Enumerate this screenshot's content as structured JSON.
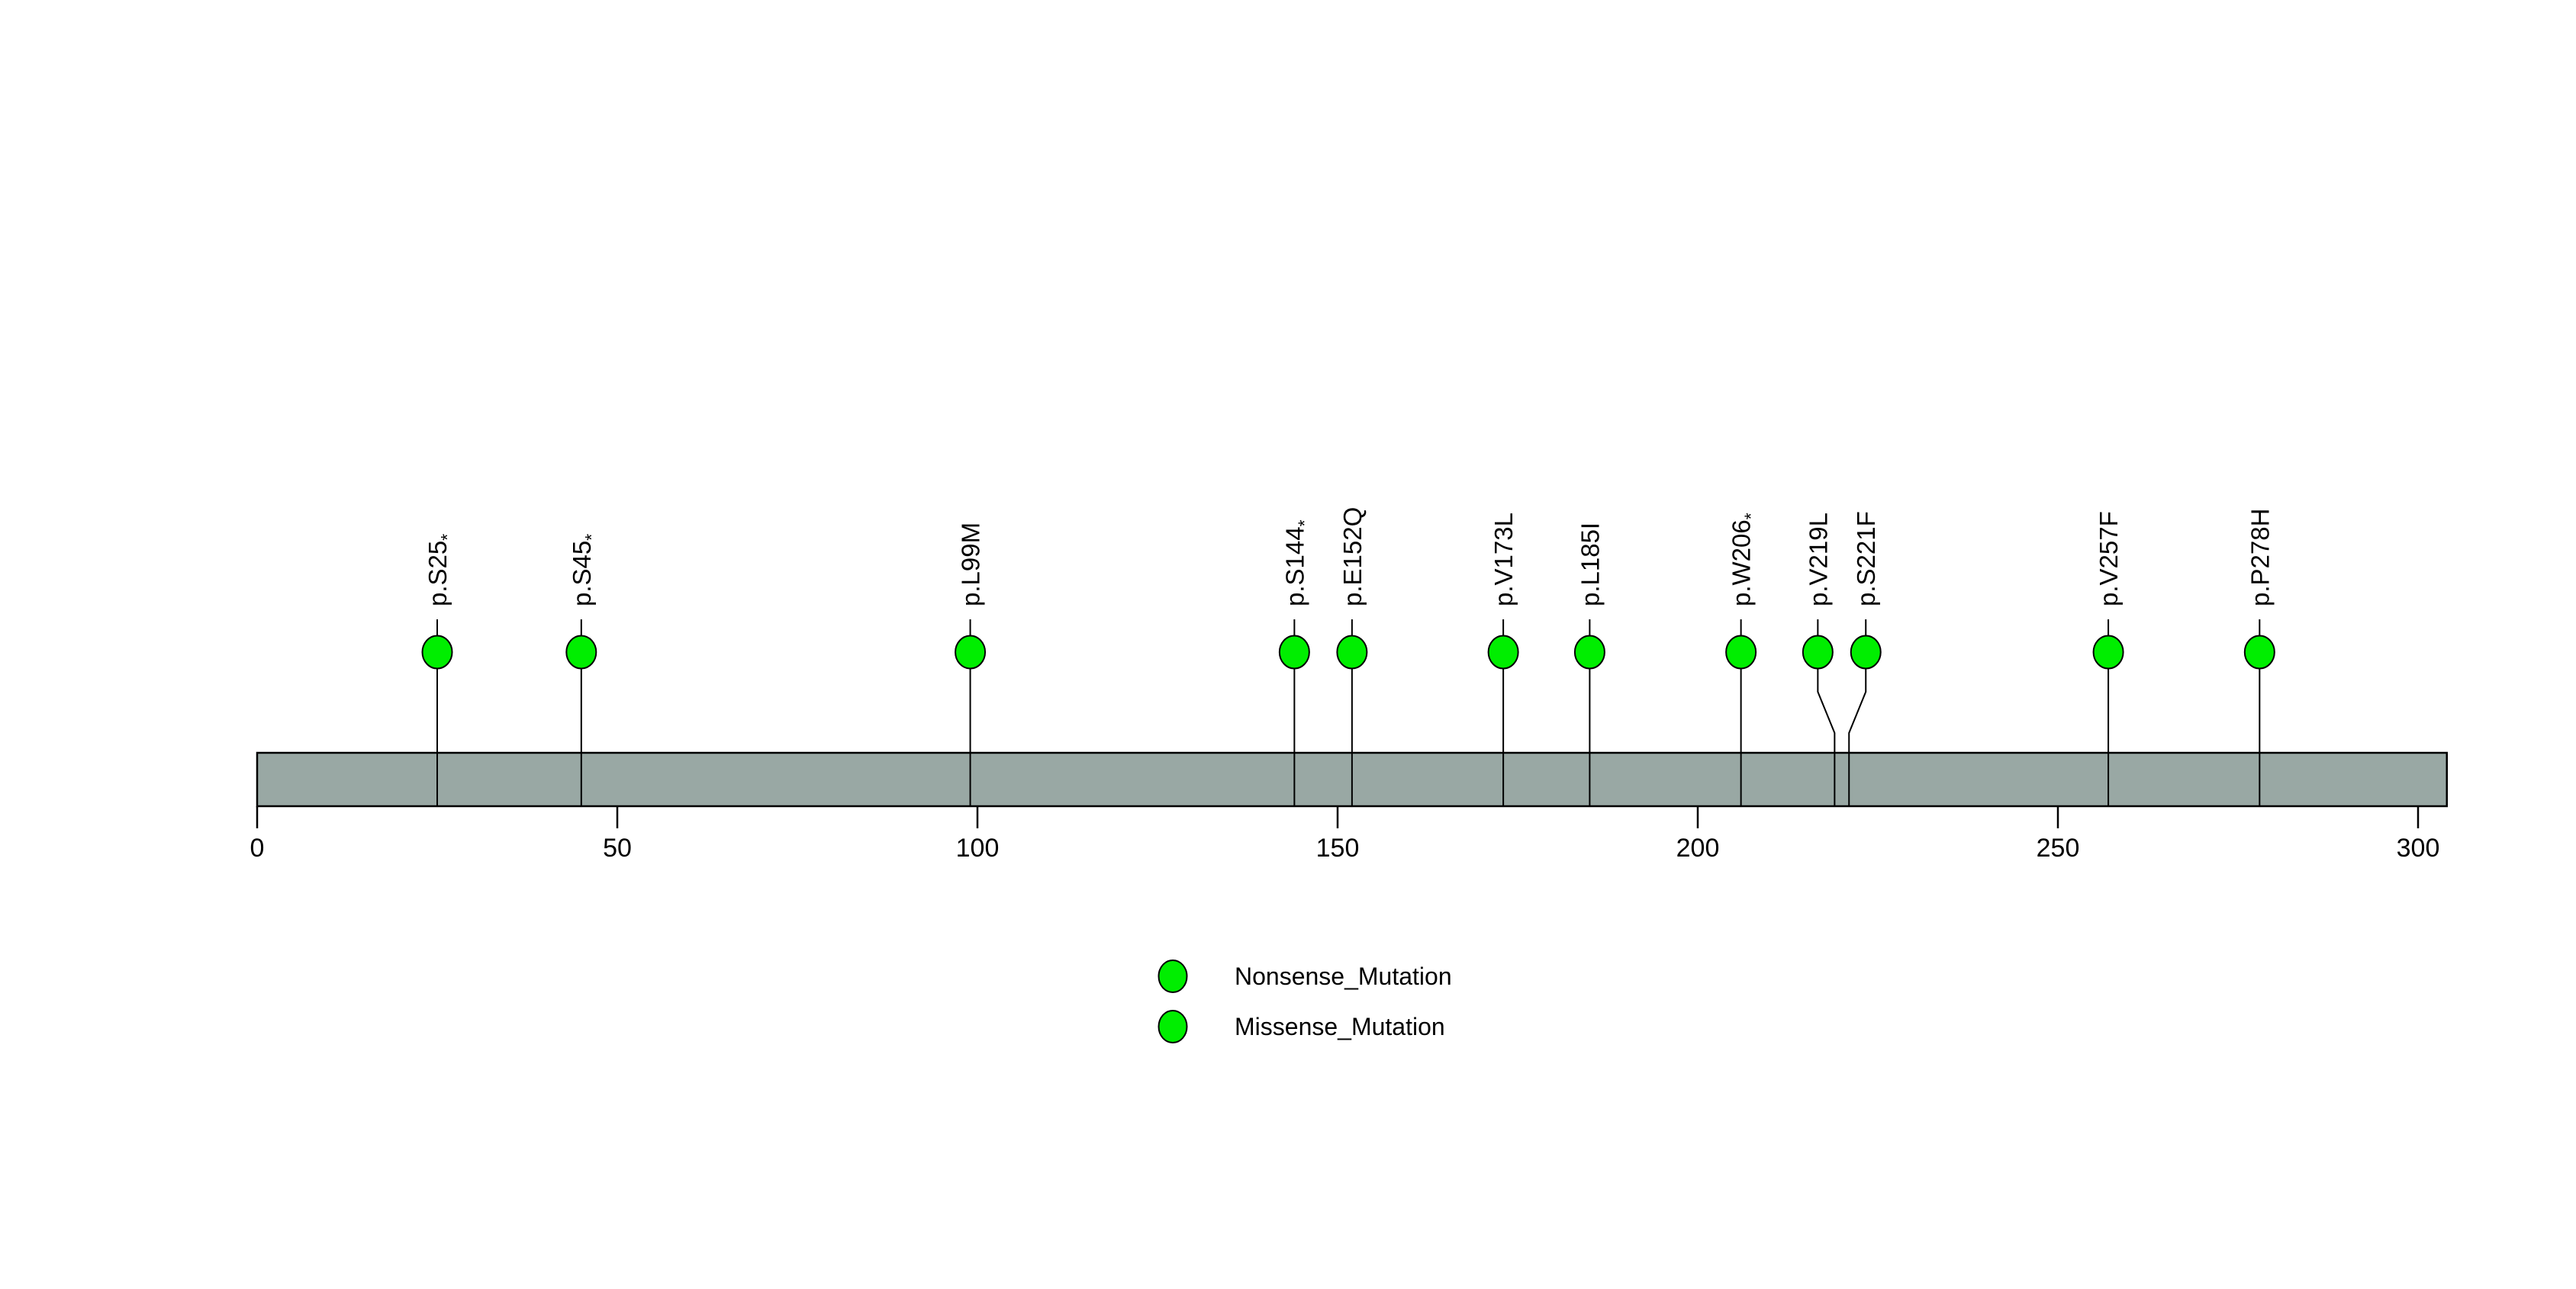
{
  "chart_data": {
    "type": "lollipop",
    "title": "",
    "xlabel": "",
    "ylabel": "",
    "xlim": [
      0,
      304
    ],
    "protein_length": 304,
    "grid": false,
    "backbone_color": "#99A8A4",
    "backbone_outline": "#000000",
    "marker_fill": "#00EE00",
    "marker_outline": "#000000",
    "axis_ticks": [
      0,
      50,
      100,
      150,
      200,
      250,
      300
    ],
    "axis_tick_labels": [
      "0",
      "50",
      "100",
      "150",
      "200",
      "250",
      "300"
    ],
    "mutations": [
      {
        "label": "p.S25*",
        "base": "p.S25",
        "star": true,
        "position": 25,
        "type": "Nonsense_Mutation",
        "dx": 0
      },
      {
        "label": "p.S45*",
        "base": "p.S45",
        "star": true,
        "position": 45,
        "type": "Nonsense_Mutation",
        "dx": 0
      },
      {
        "label": "p.L99M",
        "base": "p.L99M",
        "star": false,
        "position": 99,
        "type": "Missense_Mutation",
        "dx": 0
      },
      {
        "label": "p.S144*",
        "base": "p.S144",
        "star": true,
        "position": 144,
        "type": "Nonsense_Mutation",
        "dx": 0
      },
      {
        "label": "p.E152Q",
        "base": "p.E152Q",
        "star": false,
        "position": 152,
        "type": "Missense_Mutation",
        "dx": 0
      },
      {
        "label": "p.V173L",
        "base": "p.V173L",
        "star": false,
        "position": 173,
        "type": "Missense_Mutation",
        "dx": 0
      },
      {
        "label": "p.L185I",
        "base": "p.L185I",
        "star": false,
        "position": 185,
        "type": "Missense_Mutation",
        "dx": 0
      },
      {
        "label": "p.W206*",
        "base": "p.W206",
        "star": true,
        "position": 206,
        "type": "Nonsense_Mutation",
        "dx": 0
      },
      {
        "label": "p.V219L",
        "base": "p.V219L",
        "star": false,
        "position": 219,
        "type": "Missense_Mutation",
        "dx": -22
      },
      {
        "label": "p.S221F",
        "base": "p.S221F",
        "star": false,
        "position": 221,
        "type": "Missense_Mutation",
        "dx": 22
      },
      {
        "label": "p.V257F",
        "base": "p.V257F",
        "star": false,
        "position": 257,
        "type": "Missense_Mutation",
        "dx": 0
      },
      {
        "label": "p.P278H",
        "base": "p.P278H",
        "star": false,
        "position": 278,
        "type": "Missense_Mutation",
        "dx": 0
      }
    ],
    "legend": {
      "position": "bottom-center",
      "entries": [
        {
          "label": "Nonsense_Mutation",
          "color": "#00EE00"
        },
        {
          "label": "Missense_Mutation",
          "color": "#00EE00"
        }
      ]
    }
  }
}
